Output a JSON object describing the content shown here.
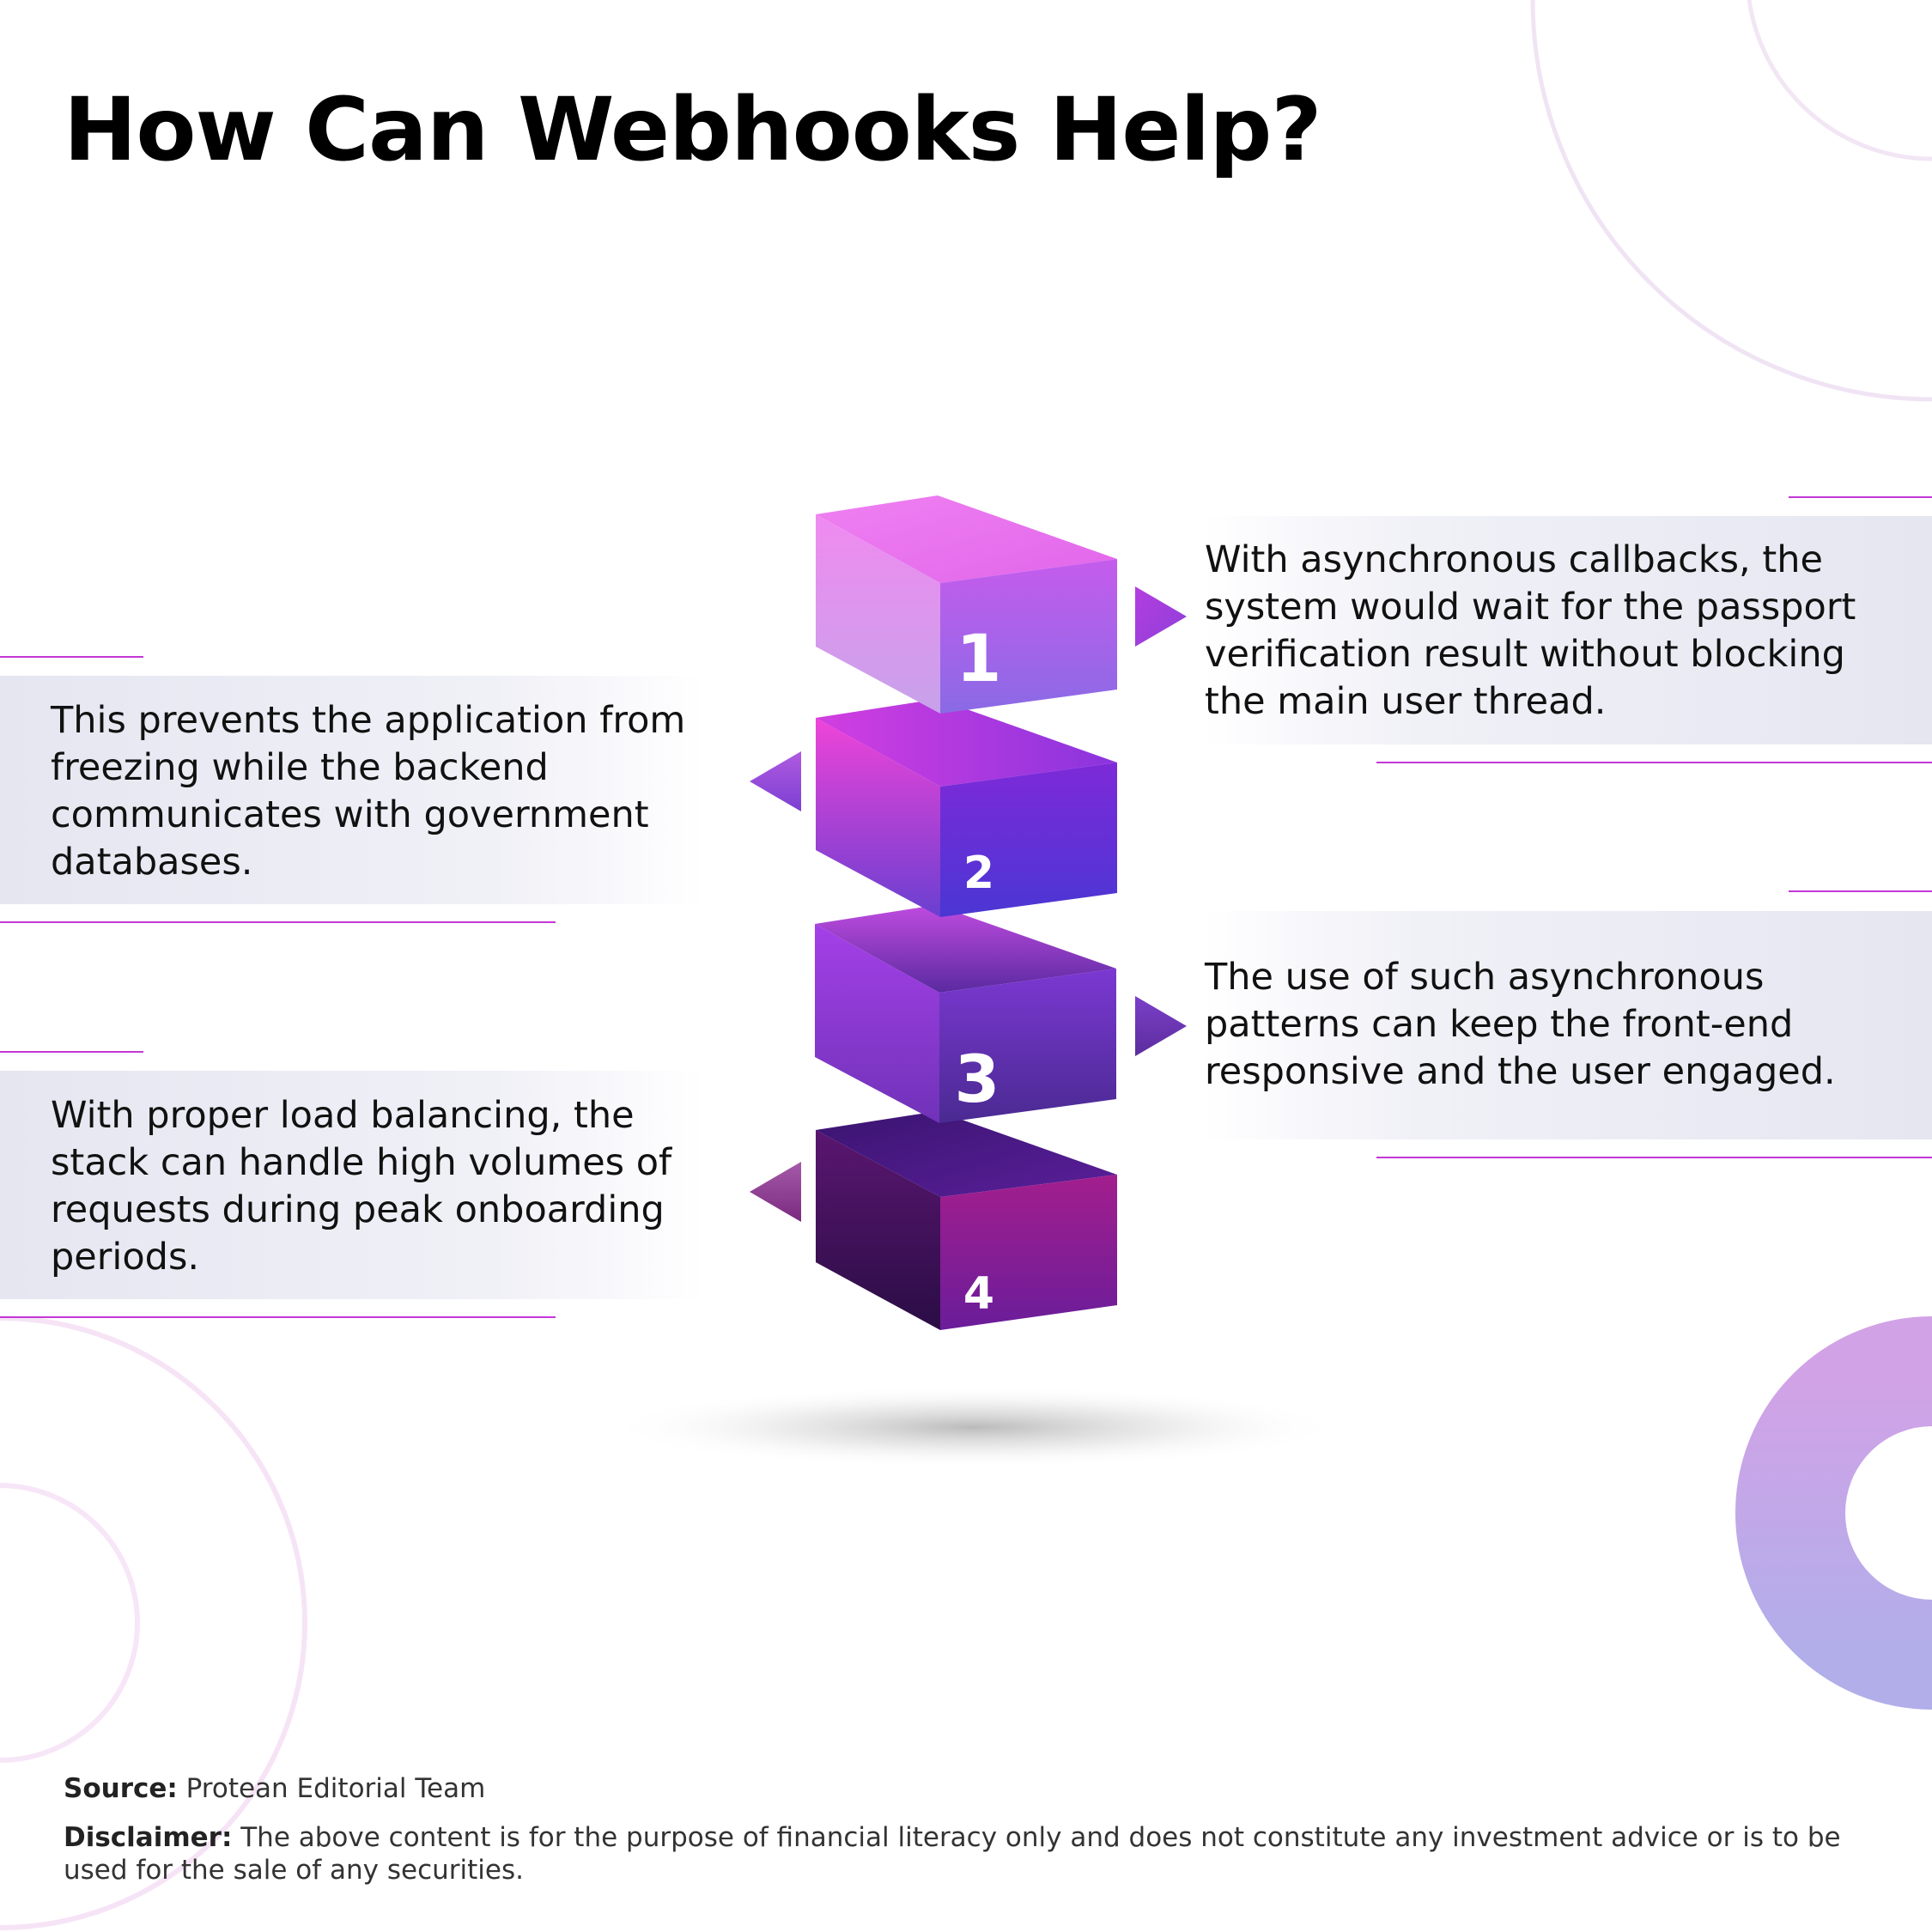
{
  "title": "How Can Webhooks Help?",
  "steps": [
    {
      "number": "1",
      "text": "With asynchronous callbacks, the system would wait for the passport verification result without blocking the main user thread."
    },
    {
      "number": "2",
      "text": "This prevents the application from freezing while the backend communicates with government databases."
    },
    {
      "number": "3",
      "text": "The use of such asynchronous patterns can keep the front-end responsive and the user engaged."
    },
    {
      "number": "4",
      "text": "With proper load balancing, the stack can handle high volumes of requests during peak onboarding periods."
    }
  ],
  "footer": {
    "source_label": "Source:",
    "source_text": "Protean Editorial Team",
    "disclaimer_label": "Disclaimer:",
    "disclaimer_text": "The above content is for the purpose of financial literacy only and does not constitute any investment advice or is to be used for the sale of any securities."
  },
  "colors": {
    "accent_line": "#c437d6",
    "card_bg": "#ecebf4",
    "block1": "#c66ef0",
    "block2": "#7a2fe0",
    "block3": "#8a33de",
    "block4": "#5e1d8a",
    "donut": "#b9a4ea"
  }
}
